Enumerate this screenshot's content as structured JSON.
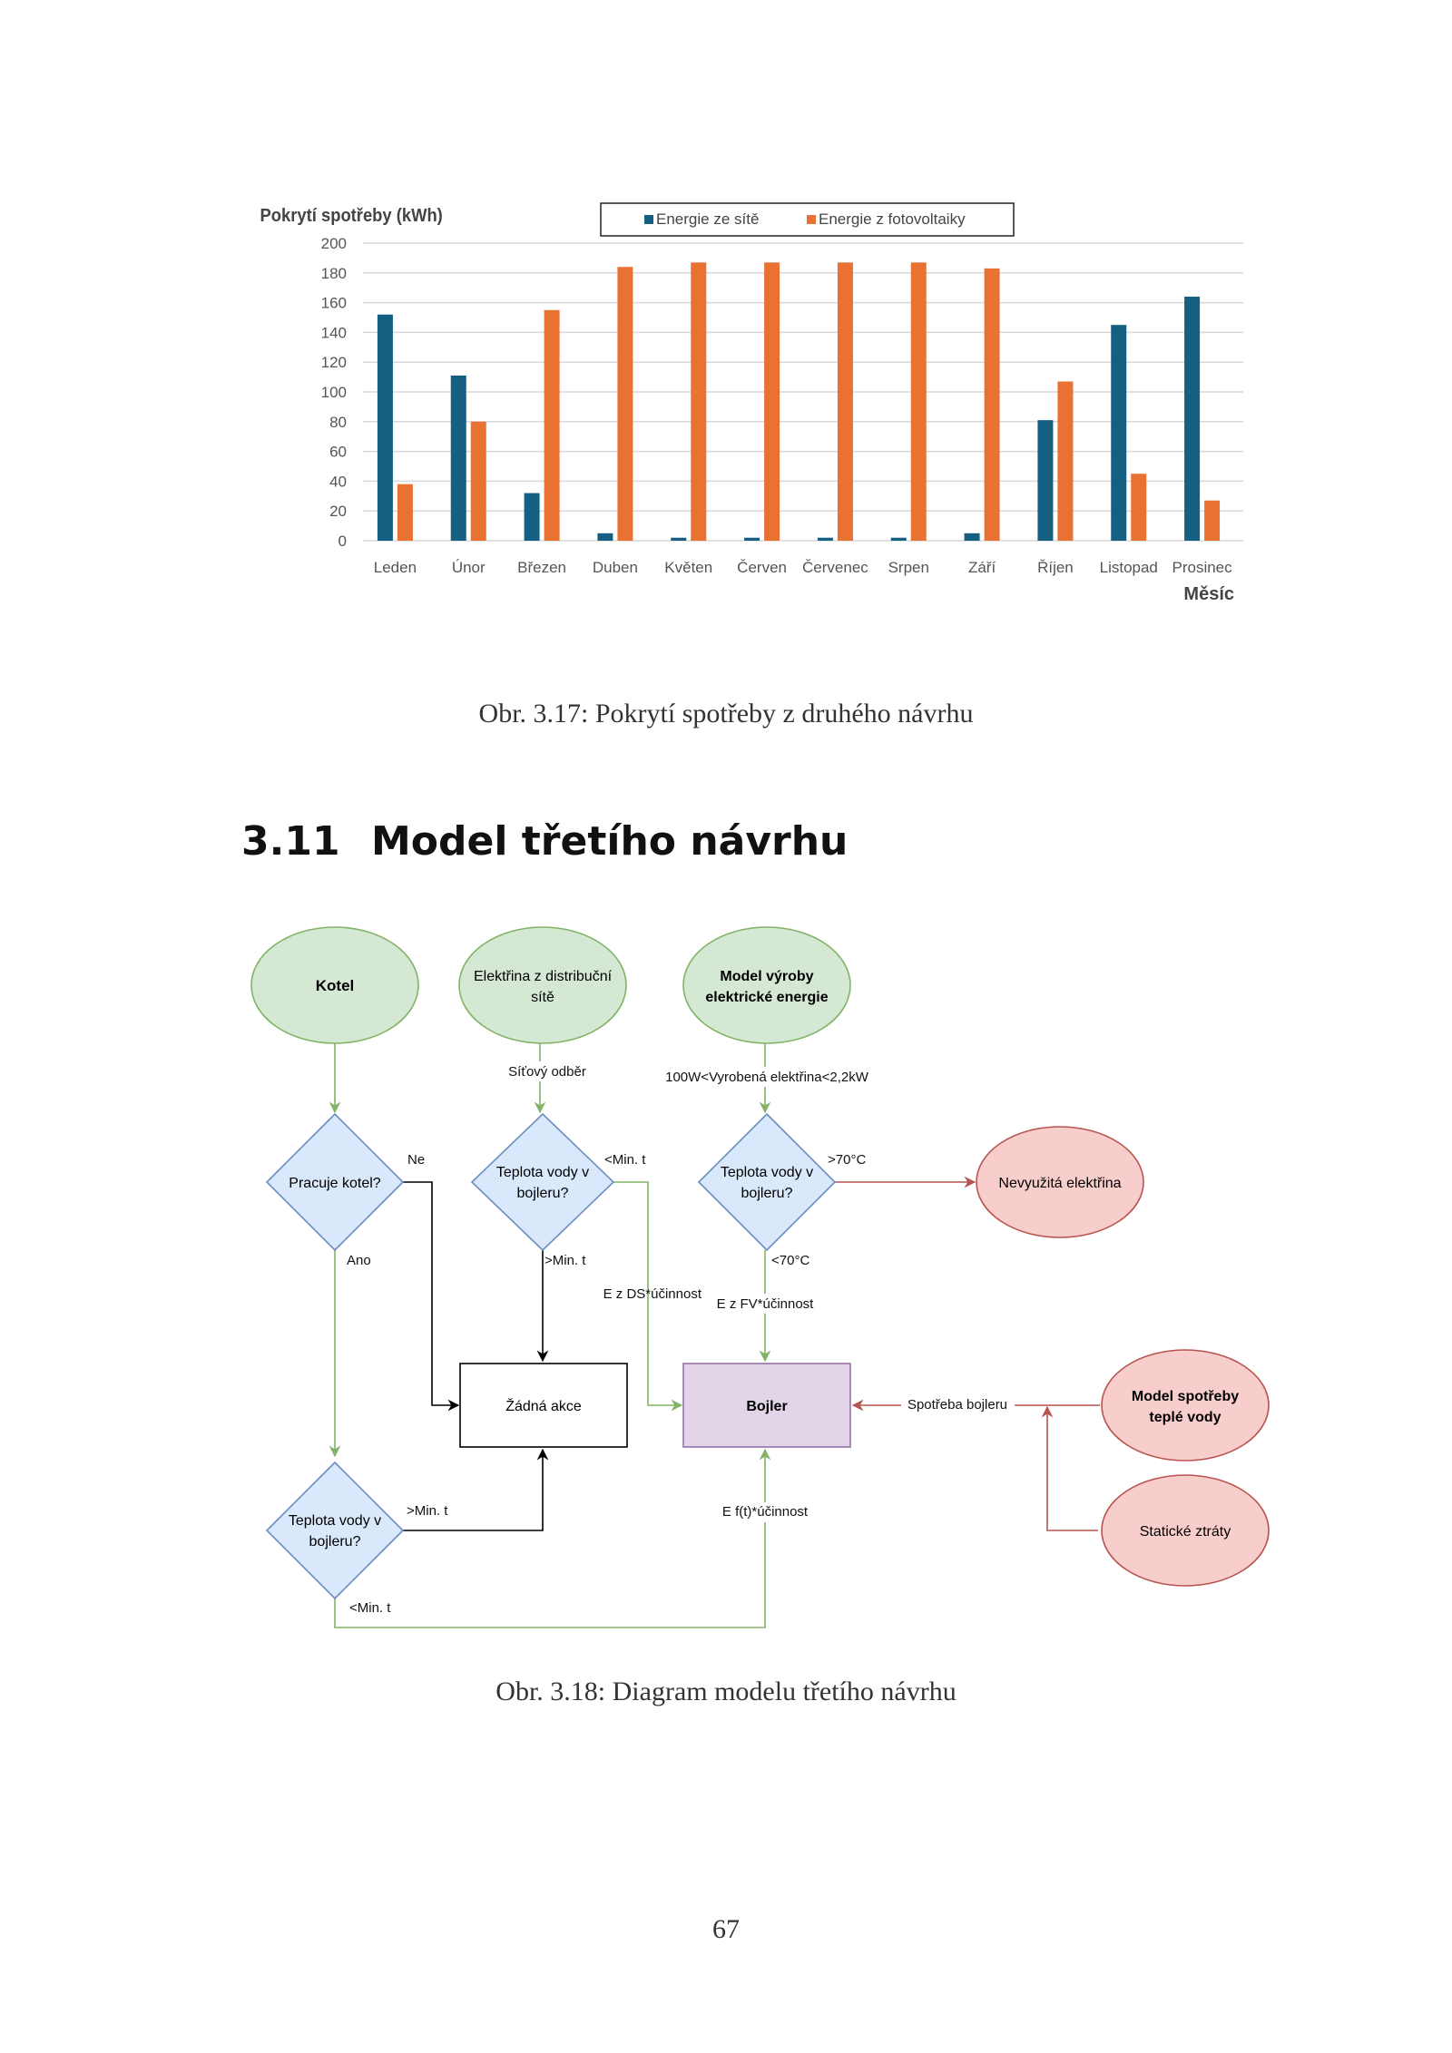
{
  "chart_data": {
    "type": "bar",
    "title": "",
    "ylabel": "Pokrytí spotřeby (kWh)",
    "xlabel": "Měsíc",
    "ylim": [
      0,
      200
    ],
    "yticks": [
      0,
      20,
      40,
      60,
      80,
      100,
      120,
      140,
      160,
      180,
      200
    ],
    "grid": true,
    "legend_position": "top-center",
    "categories": [
      "Leden",
      "Únor",
      "Březen",
      "Duben",
      "Květen",
      "Červen",
      "Červenec",
      "Srpen",
      "Září",
      "Říjen",
      "Listopad",
      "Prosinec"
    ],
    "series": [
      {
        "name": "Energie ze sítě",
        "color": "#155F82",
        "values": [
          152,
          111,
          32,
          5,
          2,
          2,
          2,
          2,
          5,
          81,
          145,
          164
        ]
      },
      {
        "name": "Energie z fotovoltaiky",
        "color": "#E97132",
        "values": [
          38,
          80,
          155,
          184,
          187,
          187,
          187,
          187,
          183,
          107,
          45,
          27
        ]
      }
    ]
  },
  "captions": {
    "figure_1": "Obr. 3.17: Pokrytí spotřeby z druhého návrhu",
    "figure_2": "Obr. 3.18: Diagram modelu třetího návrhu"
  },
  "section": {
    "number": "3.11",
    "title": "Model třetího návrhu"
  },
  "page_number": "67",
  "diagram": {
    "colors": {
      "green_fill": "#D5E8D4",
      "green_stroke": "#82B366",
      "blue_fill": "#DAE8FC",
      "blue_stroke": "#6C8EBF",
      "red_fill": "#F8CECC",
      "red_stroke": "#B85450",
      "purple_fill": "#E1D5E7",
      "purple_stroke": "#9673A6"
    },
    "nodes": {
      "kotel": "Kotel",
      "elektrina_ds": [
        "Elektřina z distribuční",
        "sítě"
      ],
      "model_vyroby": [
        "Model výroby",
        "elektrické energie"
      ],
      "pracuje_kotel": "Pracuje kotel?",
      "teplota1": [
        "Teplota vody v",
        "bojleru?"
      ],
      "teplota2": [
        "Teplota vody v",
        "bojleru?"
      ],
      "teplota3": [
        "Teplota vody v",
        "bojleru?"
      ],
      "nevyuzita": "Nevyužitá elektřina",
      "zadna_akce": "Žádná akce",
      "bojler": "Bojler",
      "model_spotreby": [
        "Model spotřeby",
        "teplé vody"
      ],
      "staticke_ztraty": "Statické ztráty"
    },
    "edge_labels": {
      "sitovy_odber": "Síťový odběr",
      "vyrobena": "100W<Vyrobená elektřina<2,2kW",
      "ne": "Ne",
      "ano": "Ano",
      "min_lt_1": "<Min. t",
      "min_gt_1": ">Min. t",
      "gt70": ">70°C",
      "lt70": "<70°C",
      "e_ds": "E z DS*účinnost",
      "e_fv": "E z FV*účinnost",
      "spotreba_bojleru": "Spotřeba bojleru",
      "min_gt_2": ">Min. t",
      "min_lt_2": "<Min. t",
      "e_ft": "E f(t)*účinnost"
    }
  }
}
